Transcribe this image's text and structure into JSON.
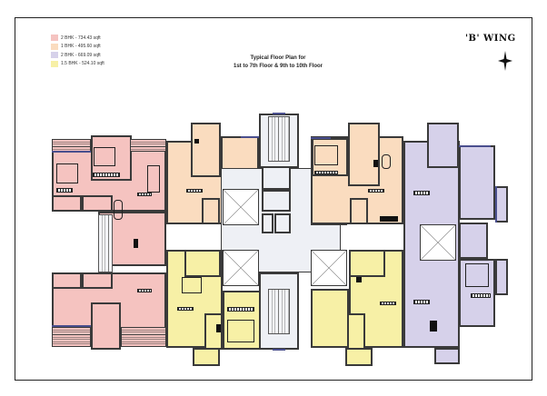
{
  "legend": {
    "items": [
      {
        "label": "2 BHK - 734.43 sqft",
        "color": "#f5c3c0"
      },
      {
        "label": "1 BHK - 495.60 sqft",
        "color": "#fadcbf"
      },
      {
        "label": "2 BHK - 669.09 sqft",
        "color": "#d6d1ea"
      },
      {
        "label": "1.5 BHK - 524.10 sqft",
        "color": "#f7f0a6"
      }
    ]
  },
  "title": {
    "line1": "Typical Floor Plan for",
    "line2": "1st to 7th Floor & 9th to 10th Floor"
  },
  "wing": {
    "label": "'B' WING",
    "north_icon": "north-arrow-icon"
  },
  "plan": {
    "units": [
      {
        "id": "unit-2bhk-734-left",
        "type": "2 BHK",
        "area": "734.43 sqft",
        "color": "#f5c3c0"
      },
      {
        "id": "unit-1bhk-495-top-left",
        "type": "1 BHK",
        "area": "495.60 sqft",
        "color": "#fadcbf"
      },
      {
        "id": "unit-1bhk-495-top-right",
        "type": "1 BHK",
        "area": "495.60 sqft",
        "color": "#fadcbf"
      },
      {
        "id": "unit-2bhk-669-right",
        "type": "2 BHK",
        "area": "669.09 sqft",
        "color": "#d6d1ea"
      },
      {
        "id": "unit-15bhk-524-bottom-left",
        "type": "1.5 BHK",
        "area": "524.10 sqft",
        "color": "#f7f0a6"
      },
      {
        "id": "unit-15bhk-524-bottom-right",
        "type": "1.5 BHK",
        "area": "524.10 sqft",
        "color": "#f7f0a6"
      }
    ],
    "colors": {
      "wall": "#3a3a3a",
      "glazing": "#4a4f8e",
      "core": "#eef0f5"
    }
  }
}
